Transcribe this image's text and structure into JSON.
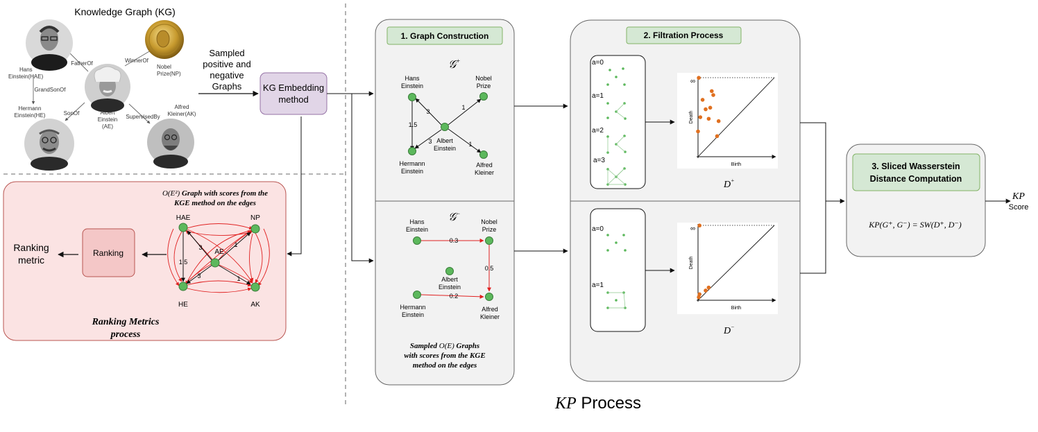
{
  "kg": {
    "title": "Knowledge Graph (KG)",
    "nodes": {
      "hae": [
        "Hans",
        "Einstein(HAE)"
      ],
      "np": [
        "Nobel",
        "Prize(NP)"
      ],
      "ae": [
        "Albert",
        "Einstein",
        "(AE)"
      ],
      "he": [
        "Hermann",
        "Einstein(HE)"
      ],
      "ak": [
        "Alfred",
        "Kleiner(AK)"
      ]
    },
    "relations": {
      "father_of": "FatherOf",
      "winner_of": "WinnerOf",
      "grandson_of": "GrandSonOf",
      "son_of": "SonOf",
      "supervised_by": "SupervisedBy"
    }
  },
  "sampled": [
    "Sampled",
    "positive and",
    "negative",
    "Graphs"
  ],
  "kge": [
    "KG Embedding",
    "method"
  ],
  "rank_panel": {
    "caption": [
      "Graph with scores from the",
      "KGE method on the edges"
    ],
    "caption_math": "O(E²)",
    "ranking": "Ranking",
    "metric": [
      "Ranking",
      "metric"
    ],
    "footer": [
      "Ranking Metrics",
      "process"
    ],
    "nodes": {
      "hae": "HAE",
      "np": "NP",
      "ae": "AE",
      "he": "HE",
      "ak": "AK"
    },
    "weights": {
      "hae_he": "1.5",
      "hae_ae": "3",
      "ae_np": "1",
      "he_ae": "3",
      "ae_ak": "1"
    }
  },
  "construction": {
    "title": "1. Graph Construction",
    "gplus": "𝒢",
    "gminus": "𝒢",
    "plus_sup": "+",
    "minus_sup": "−",
    "pos": {
      "hans": [
        "Hans",
        "Einstein"
      ],
      "nobel": [
        "Nobel",
        "Prize"
      ],
      "albert": [
        "Albert",
        "Einstein"
      ],
      "hermann": [
        "Hermann",
        "Einstein"
      ],
      "alfred": [
        "Alfred",
        "Kleiner"
      ],
      "w_hans_herm": "1.5",
      "w_albert_hans": "3",
      "w_albert_nobel": "1",
      "w_albert_herm": "3",
      "w_albert_alfred": "1"
    },
    "neg": {
      "hans": [
        "Hans",
        "Einstein"
      ],
      "nobel": [
        "Nobel",
        "Prize"
      ],
      "albert": [
        "Albert",
        "Einstein"
      ],
      "hermann": [
        "Hermann",
        "Einstein"
      ],
      "alfred": [
        "Alfred",
        "Kleiner"
      ],
      "w_hans_nobel": "0.3",
      "w_nobel_alfred": "0.5",
      "w_herm_alfred": "0.2"
    },
    "caption": [
      "Sampled",
      "Graphs",
      "with scores from the KGE",
      "method on the edges"
    ],
    "caption_math": "O(E)"
  },
  "filtration": {
    "title": "2. Filtration Process",
    "pos_levels": [
      "a=0",
      "a=1",
      "a=2",
      "a=3"
    ],
    "neg_levels": [
      "a=0",
      "a=1"
    ],
    "birth": "Birth",
    "death": "Death",
    "infinity": "∞",
    "dplus": "D",
    "dminus": "D",
    "plus_sup": "+",
    "minus_sup": "−"
  },
  "chart_data": [
    {
      "type": "scatter",
      "title": "",
      "xlabel": "Birth",
      "ylabel": "Death",
      "x": [
        0,
        0.03,
        0.06,
        0.1,
        0.14,
        0.16,
        0.18,
        0.2,
        0.25,
        0.27,
        0.01
      ],
      "y": [
        0.32,
        0.5,
        0.72,
        0.6,
        0.48,
        0.62,
        0.83,
        0.78,
        0.26,
        0.45,
        0.998
      ]
    },
    {
      "type": "scatter",
      "title": "",
      "xlabel": "Birth",
      "ylabel": "Death",
      "x": [
        0.01,
        0.02,
        0.1,
        0.14,
        0.02
      ],
      "y": [
        0.04,
        0.08,
        0.13,
        0.17,
        0.998
      ]
    }
  ],
  "swd": {
    "title": [
      "3. Sliced Wasserstein",
      "Distance Computation"
    ],
    "formula": "KP(G⁺, G⁻) = SW(D⁺, D⁻)"
  },
  "kp_out": {
    "kp": "KP",
    "score": "Score"
  },
  "footer": {
    "kp": "KP",
    "process": "Process"
  },
  "colors": {
    "node_green": "#5cb85c",
    "node_stroke": "#3a7d3a",
    "orange_point": "#e07020",
    "panel_gray": "#f2f2f2",
    "title_green": "#d5e8d4",
    "kge_purple": "#e1d5e7",
    "rank_pink": "#fbe3e3",
    "ranking_box": "#f4c7c7",
    "edge_red": "#e02020"
  }
}
